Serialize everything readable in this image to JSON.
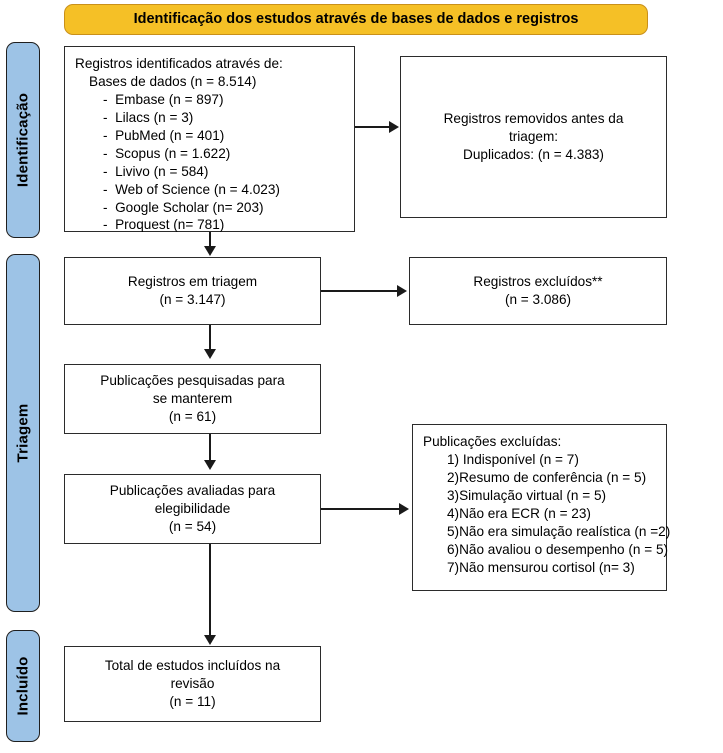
{
  "banner": {
    "text": "Identificação dos estudos através de bases de dados e registros"
  },
  "phases": [
    {
      "label": "Identificação"
    },
    {
      "label": "Triagem"
    },
    {
      "label": "Incluído"
    }
  ],
  "boxes": {
    "identified": {
      "heading": "Registros identificados através de:",
      "source_group": "Bases de dados (n = 8.514)",
      "sources": [
        "-  Embase (n = 897)",
        "-  Lilacs (n = 3)",
        "-  PubMed (n = 401)",
        "-  Scopus (n = 1.622)",
        "-  Livivo (n = 584)",
        "-  Web of Science (n = 4.023)",
        "-  Google Scholar (n= 203)",
        "-  Proquest (n= 781)"
      ]
    },
    "removed_before_screening": {
      "line1": "Registros removidos antes da",
      "line2": "triagem:",
      "line3": "Duplicados: (n = 4.383)"
    },
    "records_screened": {
      "line1": "Registros em triagem",
      "line2": "(n = 3.147)"
    },
    "records_excluded": {
      "line1": "Registros excluídos**",
      "line2": "(n = 3.086)"
    },
    "publications_sought": {
      "line1": "Publicações pesquisadas para",
      "line2": "se manterem",
      "line3": "(n = 61)"
    },
    "publications_assessed": {
      "line1": "Publicações avaliadas para",
      "line2": "elegibilidade",
      "line3": "(n = 54)"
    },
    "publications_excluded": {
      "heading": "Publicações excluídas:",
      "reasons": [
        "1) Indisponível (n = 7)",
        "2)Resumo de conferência (n = 5)",
        "3)Simulação virtual (n = 5)",
        "4)Não era ECR (n = 23)",
        "5)Não era simulação realística (n =2)",
        "6)Não avaliou o desempenho (n = 5)",
        "7)Não mensurou cortisol (n= 3)"
      ]
    },
    "included_total": {
      "line1": "Total de estudos incluídos na",
      "line2": "revisão",
      "line3": "(n = 11)"
    }
  },
  "colors": {
    "banner_fill": "#f5c026",
    "phase_fill": "#9dc3e6",
    "box_border": "#2b2b2b",
    "connector": "#1a1a1a"
  }
}
